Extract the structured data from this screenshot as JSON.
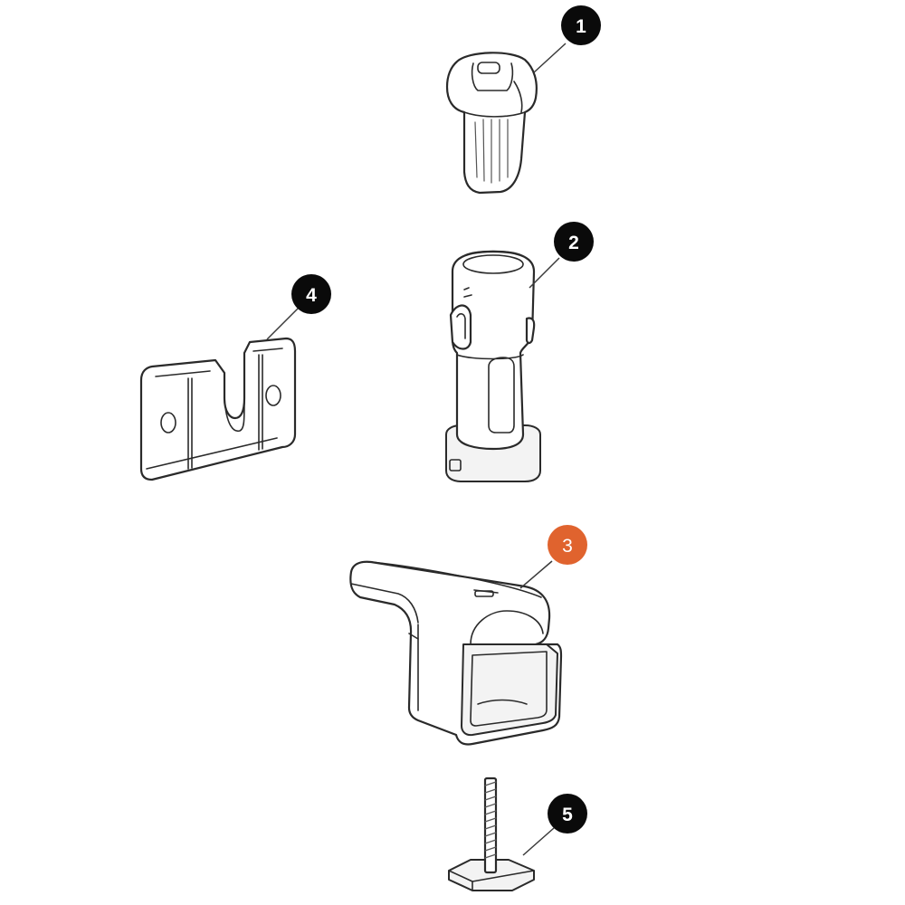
{
  "callouts": [
    {
      "id": "1",
      "label": "1",
      "color": "#0a0a0a",
      "highlighted": false
    },
    {
      "id": "2",
      "label": "2",
      "color": "#0a0a0a",
      "highlighted": false
    },
    {
      "id": "3",
      "label": "3",
      "color": "#e0632e",
      "highlighted": true
    },
    {
      "id": "4",
      "label": "4",
      "color": "#0a0a0a",
      "highlighted": false
    },
    {
      "id": "5",
      "label": "5",
      "color": "#0a0a0a",
      "highlighted": false
    }
  ],
  "colors": {
    "line": "#2a2a2a",
    "background": "#ffffff",
    "highlight": "#e0632e"
  }
}
